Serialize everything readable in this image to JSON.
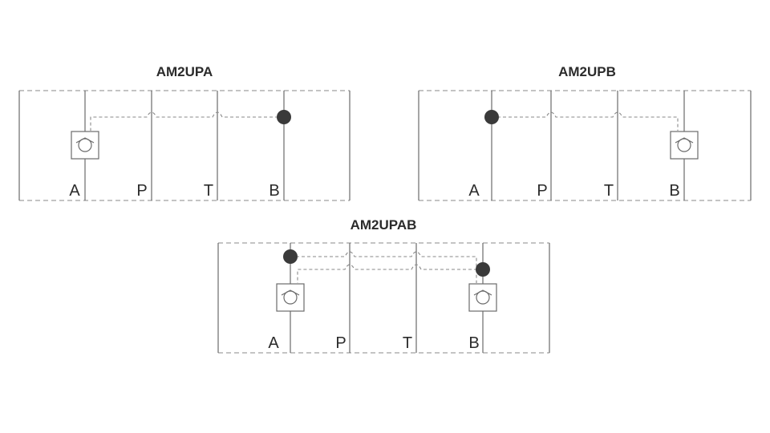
{
  "diagrams": [
    {
      "title": "AM2UPA",
      "ports": [
        "A",
        "P",
        "T",
        "B"
      ],
      "check_valves": [
        "A"
      ],
      "pilot_sources": [
        "B"
      ]
    },
    {
      "title": "AM2UPB",
      "ports": [
        "A",
        "P",
        "T",
        "B"
      ],
      "check_valves": [
        "B"
      ],
      "pilot_sources": [
        "A"
      ]
    },
    {
      "title": "AM2UPAB",
      "ports": [
        "A",
        "P",
        "T",
        "B"
      ],
      "check_valves": [
        "A",
        "B"
      ],
      "pilot_sources": [
        "A",
        "B"
      ]
    }
  ],
  "colors": {
    "line": "#6b6b6b",
    "dashed": "#8a8a8a",
    "pilot_dot": "#3a3a3a",
    "text": "#2b2b2b"
  },
  "icons": [
    "check-valve-icon",
    "pilot-point-icon"
  ]
}
